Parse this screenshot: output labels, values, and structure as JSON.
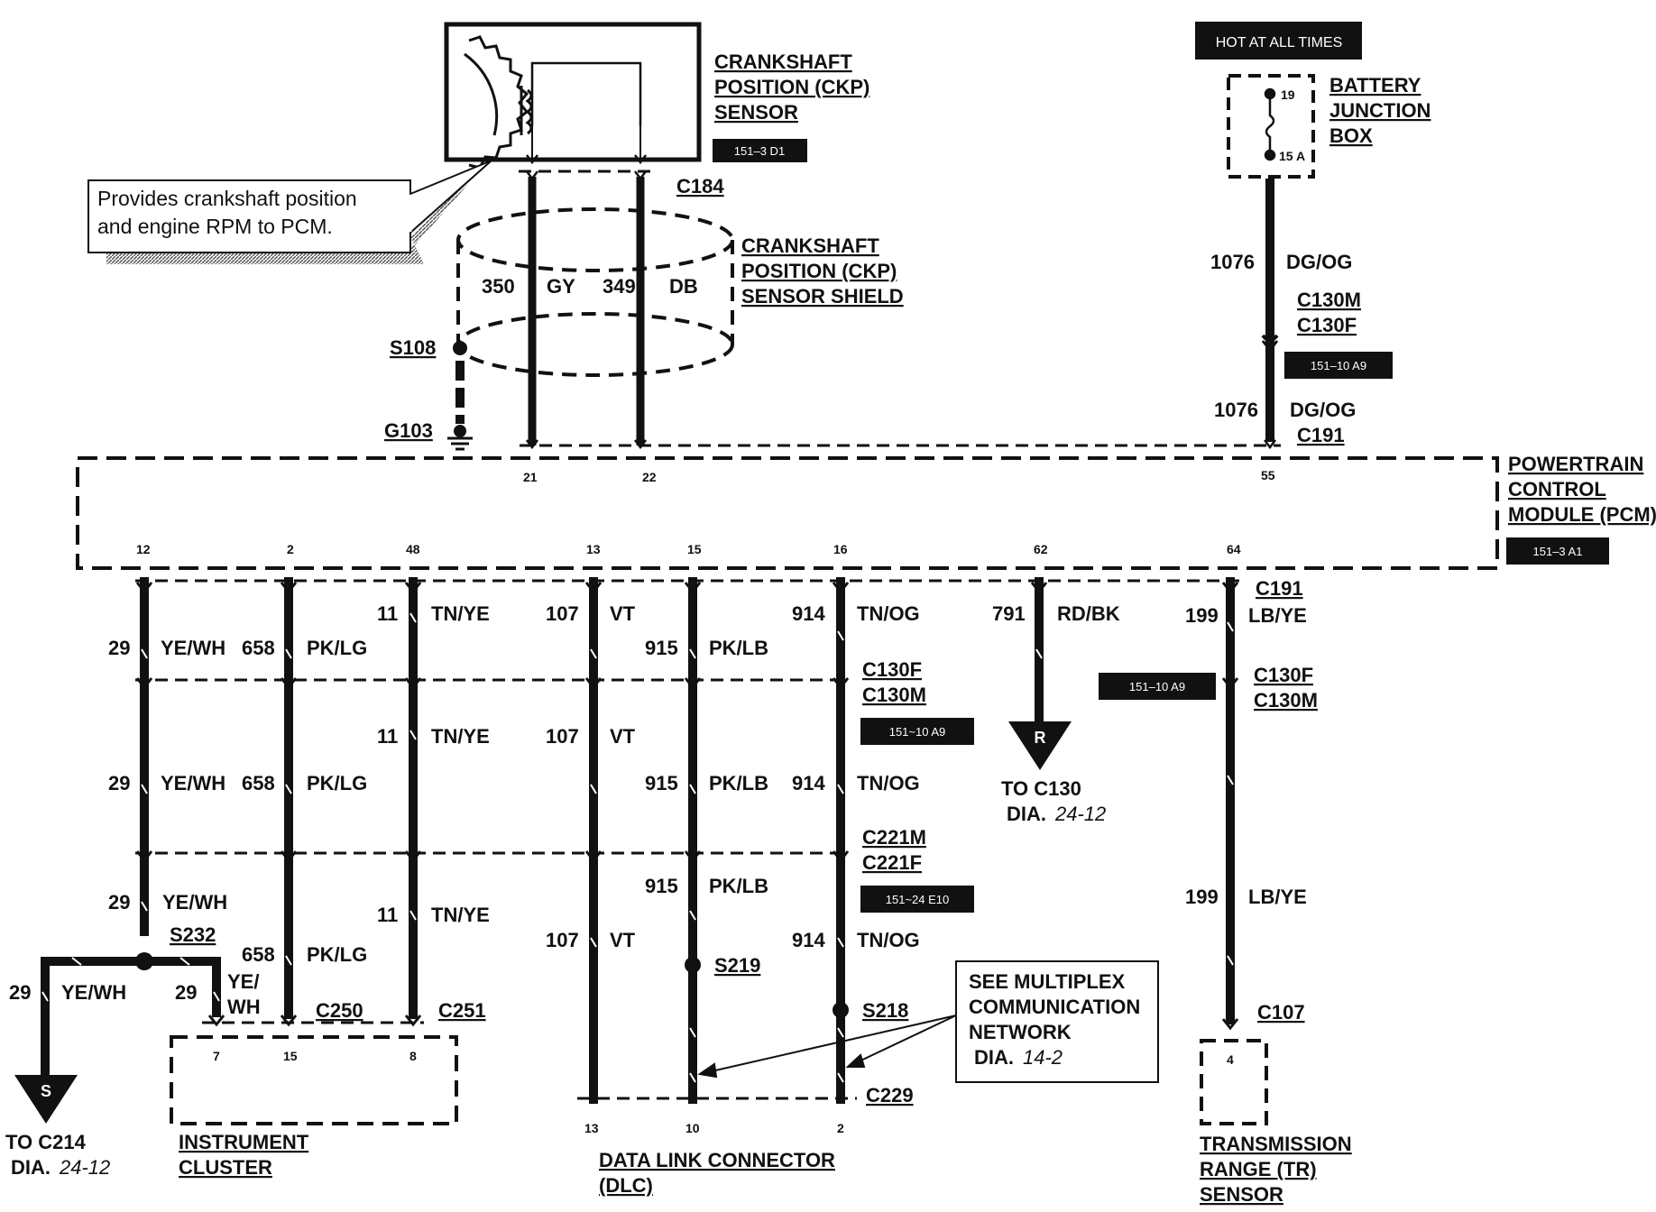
{
  "ckp_sensor": {
    "name_lines": [
      "CRANKSHAFT",
      "POSITION (CKP)",
      "SENSOR"
    ],
    "ref": "151–3 D1",
    "connector": "C184",
    "note_lines": [
      "Provides crankshaft position",
      "and engine RPM to PCM."
    ]
  },
  "ckp_shield": {
    "name_lines": [
      "CRANKSHAFT",
      "POSITION (CKP)",
      "SENSOR SHIELD"
    ],
    "splice": "S108",
    "ground": "G103"
  },
  "ckp_wires": [
    {
      "circuit": "350",
      "color": "GY",
      "pcm_pin": "21"
    },
    {
      "circuit": "349",
      "color": "DB",
      "pcm_pin": "22"
    }
  ],
  "battery_junction": {
    "hot_label": "HOT AT ALL TIMES",
    "name_lines": [
      "BATTERY",
      "JUNCTION",
      "BOX"
    ],
    "fuse_number": "19",
    "fuse_rating": "15 A"
  },
  "battery_wire": {
    "circuit": "1076",
    "color": "DG/OG",
    "connector_m": "C130M",
    "connector_f": "C130F",
    "ref": "151–10 A9",
    "pcm_connector": "C191",
    "pcm_pin": "55"
  },
  "pcm": {
    "name_lines": [
      "POWERTRAIN",
      "CONTROL",
      "MODULE (PCM)"
    ],
    "ref": "151–3 A1",
    "bottom_pins": [
      "12",
      "2",
      "48",
      "13",
      "15",
      "16",
      "62",
      "64"
    ]
  },
  "connectors": {
    "c130f": "C130F",
    "c130m": "C130M",
    "c221m": "C221M",
    "c221f": "C221F",
    "c191": "C191",
    "ref_c130": "151~10 A9",
    "ref_c221": "151~24 E10",
    "ref_c130_right": "151–10 A9"
  },
  "wires": {
    "w29": {
      "circuit": "29",
      "color": "YE/WH",
      "color_split": [
        "YE/",
        "WH"
      ]
    },
    "w658": {
      "circuit": "658",
      "color": "PK/LG"
    },
    "w11": {
      "circuit": "11",
      "color": "TN/YE"
    },
    "w107": {
      "circuit": "107",
      "color": "VT"
    },
    "w915": {
      "circuit": "915",
      "color": "PK/LB"
    },
    "w914": {
      "circuit": "914",
      "color": "TN/OG"
    },
    "w791": {
      "circuit": "791",
      "color": "RD/BK"
    },
    "w199": {
      "circuit": "199",
      "color": "LB/YE"
    }
  },
  "splices": {
    "s232": "S232",
    "s219": "S219",
    "s218": "S218"
  },
  "instrument_cluster": {
    "name_lines": [
      "INSTRUMENT",
      "CLUSTER"
    ],
    "pins": [
      "7",
      "15",
      "8"
    ],
    "connectors": [
      "C250",
      "C251"
    ]
  },
  "dlc": {
    "name_lines": [
      "DATA LINK CONNECTOR",
      "(DLC)"
    ],
    "pins": [
      "13",
      "10",
      "2"
    ],
    "connector": "C229"
  },
  "multiplex_note": {
    "lines": [
      "SEE MULTIPLEX",
      "COMMUNICATION",
      "NETWORK"
    ],
    "dia_prefix": "DIA.",
    "dia": "14-2"
  },
  "to_c130": {
    "letter": "R",
    "line1": "TO C130",
    "dia_prefix": "DIA.",
    "dia": "24-12"
  },
  "to_c214": {
    "letter": "S",
    "line1": "TO C214",
    "dia_prefix": "DIA.",
    "dia": "24-12"
  },
  "tr_sensor": {
    "name_lines": [
      "TRANSMISSION",
      "RANGE (TR)",
      "SENSOR"
    ],
    "pin": "4",
    "connector": "C107"
  }
}
